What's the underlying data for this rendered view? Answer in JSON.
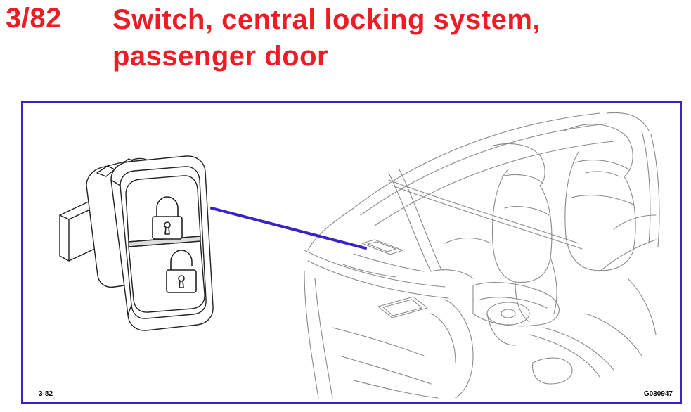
{
  "header": {
    "component_number": "3/82",
    "title_line1": "Switch, central locking system,",
    "title_line2": "passenger door"
  },
  "figure": {
    "ref_left": "3-82",
    "ref_right": "G030947"
  },
  "colors": {
    "title": "#ee1c25",
    "frame": "#3a22c8",
    "pointer": "#3a22c8",
    "drawing": "#222222",
    "interior": "#8a8a8a"
  },
  "icons": {
    "upper": "lock-closed-icon",
    "lower": "lock-open-icon"
  }
}
